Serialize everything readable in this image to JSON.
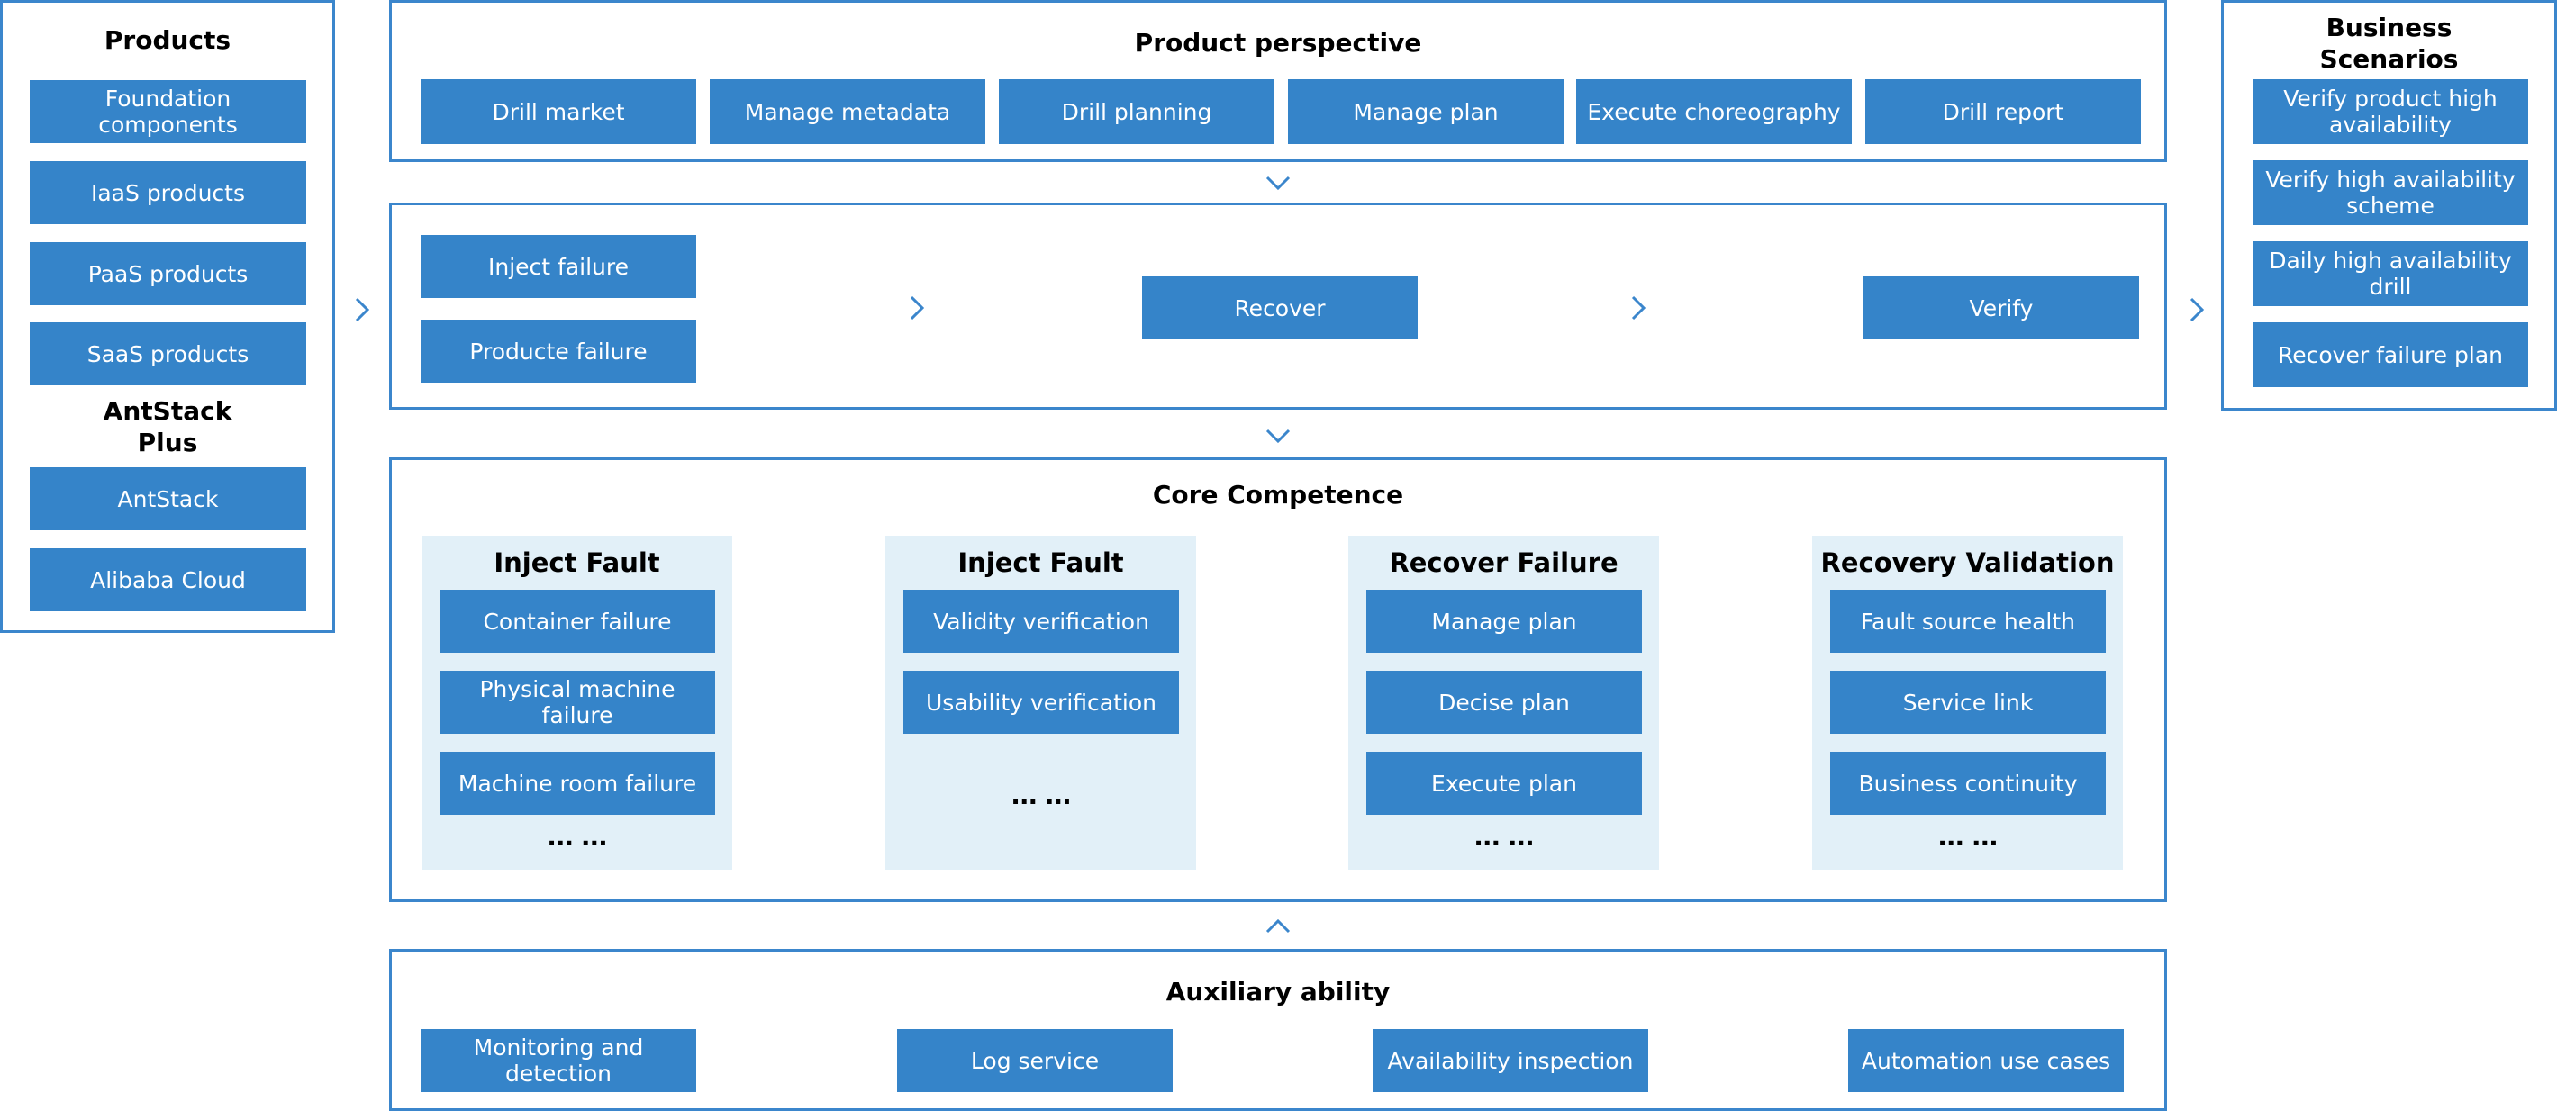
{
  "products": {
    "title": "Products",
    "items": [
      "Foundation components",
      "IaaS products",
      "PaaS products",
      "SaaS products"
    ],
    "subtitle": "AntStack Plus",
    "sub_items": [
      "AntStack",
      "Alibaba Cloud"
    ]
  },
  "product_perspective": {
    "title": "Product perspective",
    "items": [
      "Drill market",
      "Manage metadata",
      "Drill planning",
      "Manage plan",
      "Execute choreography",
      "Drill report"
    ]
  },
  "flow": {
    "inject_failure": "Inject failure",
    "produce_failure": "Producte failure",
    "recover": "Recover",
    "verify": "Verify"
  },
  "business_scenarios": {
    "title": "Business Scenarios",
    "items": [
      "Verify product high availability",
      "Verify high availability scheme",
      "Daily high availability drill",
      "Recover failure plan"
    ]
  },
  "core_competence": {
    "title": "Core Competence",
    "panels": [
      {
        "title": "Inject Fault",
        "items": [
          "Container failure",
          "Physical machine failure",
          "Machine room failure"
        ],
        "more": "... ..."
      },
      {
        "title": "Inject Fault",
        "items": [
          "Validity verification",
          "Usability verification"
        ],
        "more": "... ..."
      },
      {
        "title": "Recover Failure",
        "items": [
          "Manage plan",
          "Decise plan",
          "Execute plan"
        ],
        "more": "... ..."
      },
      {
        "title": "Recovery Validation",
        "items": [
          "Fault source health",
          "Service link",
          "Business continuity"
        ],
        "more": "... ..."
      }
    ]
  },
  "auxiliary": {
    "title": "Auxiliary ability",
    "items": [
      "Monitoring and detection",
      "Log service",
      "Availability inspection",
      "Automation use cases"
    ]
  },
  "icons": {
    "right": "chevron-right-icon",
    "down": "chevron-down-icon",
    "up": "chevron-up-icon"
  },
  "colors": {
    "accent": "#3584c9",
    "frame": "#3b86cc",
    "panel": "#e2f0f8"
  }
}
